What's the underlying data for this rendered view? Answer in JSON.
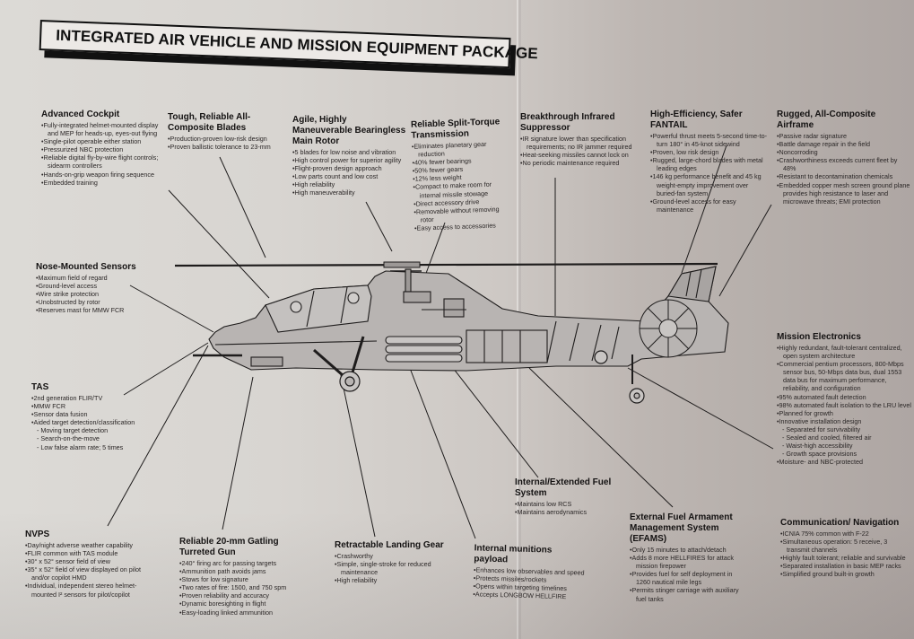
{
  "title": "INTEGRATED AIR VEHICLE AND MISSION EQUIPMENT PACKAGE",
  "colors": {
    "paper": "#d8d5d1",
    "ink": "#1e1c1c",
    "fuselage": "#b8b4b2",
    "banner_fill": "#ece9e6"
  },
  "sections": {
    "advanced_cockpit": {
      "title": "Advanced Cockpit",
      "items": [
        "Fully-integrated helmet-mounted display and MEP for heads-up, eyes-out flying",
        "Single-pilot operable either station",
        "Pressurized NBC protection",
        "Reliable digital fly-by-wire flight controls; sidearm controllers",
        "Hands-on-grip weapon firing sequence",
        "Embedded training"
      ]
    },
    "blades": {
      "title": "Tough, Reliable All-Composite Blades",
      "items": [
        "Production-proven low-risk design",
        "Proven ballistic tolerance to 23-mm"
      ]
    },
    "main_rotor": {
      "title": "Agile, Highly Maneuverable Bearingless Main Rotor",
      "items": [
        "5 blades for low noise and vibration",
        "High control power for superior agility",
        "Flight-proven design approach",
        "Low parts count and low cost",
        "High reliability",
        "High maneuverability"
      ]
    },
    "transmission": {
      "title": "Reliable Split-Torque Transmission",
      "items": [
        "Eliminates planetary gear reduction",
        "40% fewer bearings",
        "50% fewer gears",
        "12% less weight",
        "Compact to make room for internal missile stowage",
        "Direct accessory drive",
        "Removable without removing rotor",
        "Easy access to accessories"
      ]
    },
    "ir_suppressor": {
      "title": "Breakthrough Infrared Suppressor",
      "items": [
        "IR signature lower than specification requirements; no IR jammer required",
        "Heat-seeking missiles cannot lock on",
        "No periodic maintenance required"
      ]
    },
    "fantail": {
      "title": "High-Efficiency, Safer FANTAIL",
      "items": [
        "Powerful thrust meets 5-second time-to-turn 180° in 45-knot sidewind",
        "Proven, low risk design",
        "Rugged, large-chord blades with metal leading edges",
        "146 kg performance benefit and 45 kg weight-empty improvement over buried-fan system",
        "Ground-level access for easy maintenance"
      ]
    },
    "airframe": {
      "title": "Rugged, All-Composite Airframe",
      "items": [
        "Passive radar signature",
        "Battle damage repair in the field",
        "Noncorroding",
        "Crashworthiness exceeds current fleet by 48%",
        "Resistant to decontamination chemicals",
        "Embedded copper mesh screen ground plane provides high resistance to laser and microwave threats; EMI protection"
      ]
    },
    "nose_sensors": {
      "title": "Nose-Mounted Sensors",
      "items": [
        "Maximum field of regard",
        "Ground-level access",
        "Wire strike protection",
        "Unobstructed by rotor",
        "Reserves mast for MMW FCR"
      ]
    },
    "tas": {
      "title": "TAS",
      "items": [
        "2nd generation FLIR/TV",
        "MMW FCR",
        "Sensor data fusion",
        "Aided target detection/classification"
      ],
      "subitems": [
        "Moving target detection",
        "Search-on-the-move",
        "Low false alarm rate; 5 times"
      ]
    },
    "mission_electronics": {
      "title": "Mission Electronics",
      "items": [
        "Highly redundant, fault-tolerant centralized, open system architecture",
        "Commercial pentium processors, 800-Mbps sensor bus, 50-Mbps data bus, dual 1553 data bus for maximum performance, reliability, and configuration",
        "95% automated fault detection",
        "98% automated fault isolation to the LRU level",
        "Planned for growth",
        "Innovative installation design"
      ],
      "subitems": [
        "Separated for survivability",
        "Sealed and cooled, filtered air",
        "Waist-high accessibility",
        "Growth space provisions"
      ],
      "last_item": "Moisture- and NBC-protected"
    },
    "fuel_system": {
      "title": "Internal/Extended Fuel System",
      "items": [
        "Maintains low RCS",
        "Maintains aerodynamics"
      ]
    },
    "nvps": {
      "title": "NVPS",
      "items": [
        "Day/night adverse weather capability",
        "FLIR common with TAS module",
        "30° x 52° sensor field of view",
        "35° x 52° field of view displayed on pilot and/or copilot HMD",
        "Individual, independent stereo helmet-mounted I² sensors for pilot/copilot"
      ]
    },
    "gun": {
      "title": "Reliable 20-mm Gatling Turreted Gun",
      "items": [
        "240° firing arc for passing targets",
        "Ammunition path avoids jams",
        "Stows for low signature",
        "Two rates of fire: 1500, and 750 spm",
        "Proven reliability and accuracy",
        "Dynamic boresighting in flight",
        "Easy-loading linked ammunition"
      ]
    },
    "landing_gear": {
      "title": "Retractable Landing Gear",
      "items": [
        "Crashworthy",
        "Simple, single-stroke for reduced maintenance",
        "High reliability"
      ]
    },
    "munitions": {
      "title": "Internal munitions payload",
      "items": [
        "Enhances low observables and speed",
        "Protects missiles/rockets",
        "Opens within targeting timelines",
        "Accepts LONGBOW HELLFIRE"
      ]
    },
    "efams": {
      "title": "External Fuel Armament Management System (EFAMS)",
      "items": [
        "Only 15 minutes to attach/detach",
        "Adds 8 more HELLFIRES for attack mission firepower",
        "Provides fuel for self deployment in 1260 nautical mile legs",
        "Permits stinger carriage with auxiliary fuel tanks"
      ]
    },
    "comm_nav": {
      "title": "Communication/ Navigation",
      "items": [
        "ICNIA 75% common with F-22",
        "Simultaneous operation: 5 receive, 3 transmit channels",
        "Highly fault tolerant; reliable and survivable",
        "Separated installation in basic MEP racks",
        "Simplified ground built-in growth"
      ]
    }
  }
}
